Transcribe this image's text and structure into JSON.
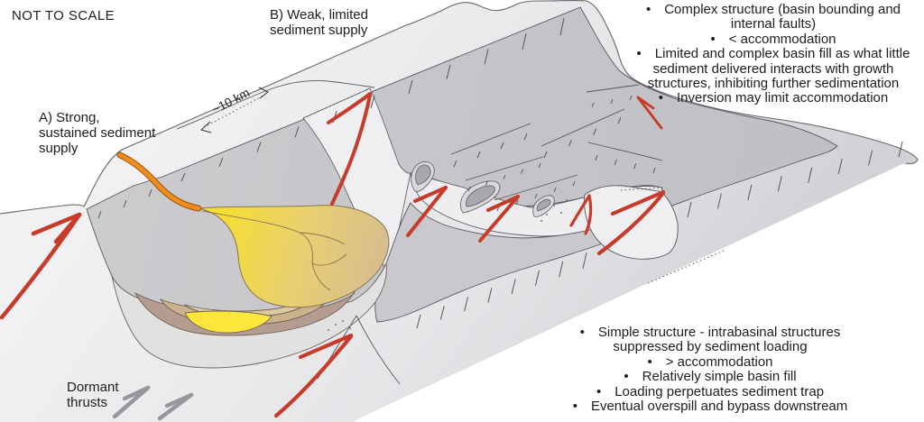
{
  "ui": {
    "bullet_char": "•"
  },
  "labels": {
    "not_to_scale": "NOT TO SCALE",
    "panel_a": {
      "lines": [
        "A) Strong,",
        "sustained sediment",
        "supply"
      ]
    },
    "panel_b": {
      "lines": [
        "B) Weak, limited",
        "sediment supply"
      ]
    },
    "scale_label": "~10 km",
    "dormant": {
      "lines": [
        "Dormant",
        "thrusts"
      ]
    }
  },
  "annotations": {
    "weak_basin": {
      "lines": [
        {
          "b": 1,
          "t": "Complex structure (basin bounding and"
        },
        {
          "b": 0,
          "t": "internal faults)"
        },
        {
          "b": 1,
          "t": "< accommodation"
        },
        {
          "b": 1,
          "t": "Limited and complex basin fill as what little"
        },
        {
          "b": 0,
          "t": "sediment delivered interacts with growth"
        },
        {
          "b": 0,
          "t": "structures, inhibiting further sedimentation"
        },
        {
          "b": 1,
          "t": "Inversion may limit accommodation"
        }
      ]
    },
    "strong_basin": {
      "lines": [
        {
          "b": 1,
          "t": "Simple structure - intrabasinal structures"
        },
        {
          "b": 0,
          "t": "suppressed by sediment loading"
        },
        {
          "b": 1,
          "t": "> accommodation"
        },
        {
          "b": 1,
          "t": "Relatively simple basin fill"
        },
        {
          "b": 1,
          "t": "Loading perpetuates sediment trap"
        },
        {
          "b": 1,
          "t": "Eventual overspill and bypass downstream"
        }
      ]
    }
  },
  "colors": {
    "thrust_red": "#c63b2a",
    "channel_orange": "#ef8d1e",
    "channel_edge": "#a85c10",
    "fan_yellow": "#f7df2e",
    "fan_tan": "#d6bd90",
    "lens_yellow": "#ffe63a",
    "layer_brown": "#b59c90",
    "layer_tan": "#ccb28c",
    "layer_cream": "#ddcb9e",
    "layer_gray": "#e2e1e1",
    "dormant_gray": "#97979b",
    "basin_dark": "#c6c6c9",
    "ramp_light": "#ececee",
    "text": "#1d1d1f"
  }
}
